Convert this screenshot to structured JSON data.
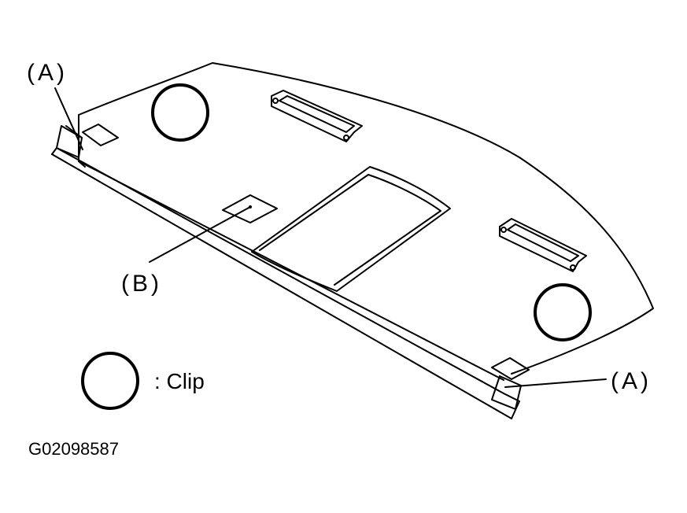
{
  "callouts": {
    "a_top_left": "(A)",
    "b_center": "(B)",
    "a_bottom_right": "(A)"
  },
  "legend": {
    "clip_label": ": Clip"
  },
  "figure_id": "G02098587"
}
